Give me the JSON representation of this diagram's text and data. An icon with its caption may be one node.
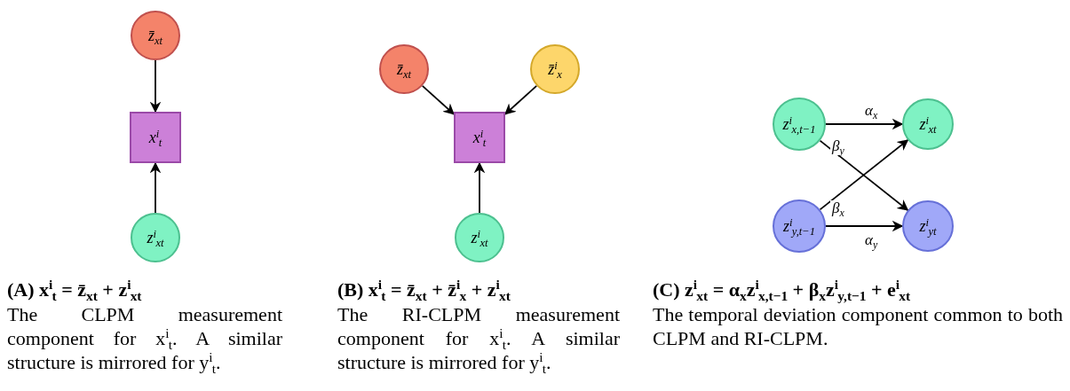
{
  "diagram": {
    "nodes": [
      {
        "text": [
          "z̄$_{xt}$"
        ]
      },
      {
        "text": [
          "x$^{i}$$_{t}$"
        ]
      },
      {
        "text": [
          "z$^{i}$$_{xt}$"
        ]
      },
      {
        "text": [
          "z̄$_{xt}$"
        ]
      },
      {
        "text": [
          "z̄$^{i}$$_{x}$"
        ]
      },
      {
        "text": [
          "x$^{i}$$_{t}$"
        ]
      },
      {
        "text": [
          "z$^{i}$$_{xt}$"
        ]
      },
      {
        "text": [
          "z$^{i}$$_{x,t−1}$"
        ]
      },
      {
        "text": [
          "z$^{i}$$_{xt}$"
        ]
      },
      {
        "text": [
          "z$^{i}$$_{y,t−1}$"
        ]
      },
      {
        "text": [
          "z$^{i}$$_{yt}$"
        ]
      }
    ],
    "edges": [
      {
        "from": 0,
        "to": 1,
        "arrow": "to"
      },
      {
        "from": 2,
        "to": 1,
        "arrow": "to"
      },
      {
        "from": 3,
        "to": 5,
        "arrow": "to"
      },
      {
        "from": 4,
        "to": 5,
        "arrow": "to"
      },
      {
        "from": 6,
        "to": 5,
        "arrow": "to"
      },
      {
        "from": 7,
        "to": 8,
        "arrow": "to",
        "label": "α$_{x}$"
      },
      {
        "from": 7,
        "to": 10,
        "arrow": "to",
        "label": "β$_{y}$"
      },
      {
        "from": 9,
        "to": 8,
        "arrow": "to",
        "label": "β$_{x}$"
      },
      {
        "from": 9,
        "to": 10,
        "arrow": "to",
        "label": "α$_{y}$"
      }
    ],
    "labels": [
      "(A) x$^{i}$$_{t}$ = z̄$_{xt}$ + z$^{i}$$_{xt}$",
      "The CLPM measurement component for x$^{i}$$_{t}$. A similar structure is mirrored for y$^{i}$$_{t}$.",
      "(B) x$^{i}$$_{t}$ = z̄$_{xt}$ + z̄$^{i}$$_{x}$ + z$^{i}$$_{xt}$",
      "The RI-CLPM measurement component for x$^{i}$$_{t}$. A similar structure is mirrored for y$^{i}$$_{t}$.",
      "(C) z$^{i}$$_{xt}$ = α$_{x}$z$^{i}$$_{x,t−1}$ + β$_{x}$z$^{i}$$_{y,t−1}$ + e$^{i}$$_{xt}$",
      "The temporal deviation component common to both CLPM and RI-CLPM."
    ]
  }
}
